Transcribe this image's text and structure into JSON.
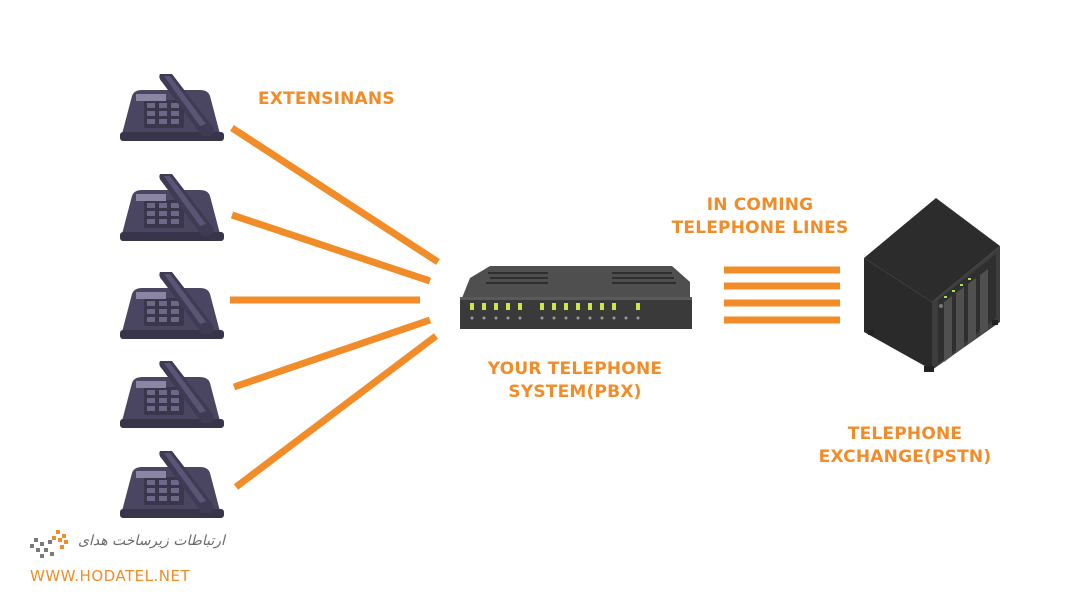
{
  "labels": {
    "extensions": "EXTENSINANS",
    "incoming_line1": "IN COMING",
    "incoming_line2": "TELEPHONE LINES",
    "pbx_line1": "YOUR TELEPHONE",
    "pbx_line2": "SYSTEM(PBX)",
    "pstn_line1": "TELEPHONE",
    "pstn_line2": "EXCHANGE(PSTN)"
  },
  "logo": {
    "name_fa": "ارتباطات زیرساخت هدای",
    "website": "WWW.HODATEL.NET"
  },
  "colors": {
    "accent": "#F28C28",
    "phone": "#4a4560",
    "device": "#3d3d3d"
  },
  "icons": [
    "desk-phone-icon",
    "pbx-device-icon",
    "server-icon",
    "logo-icon"
  ]
}
